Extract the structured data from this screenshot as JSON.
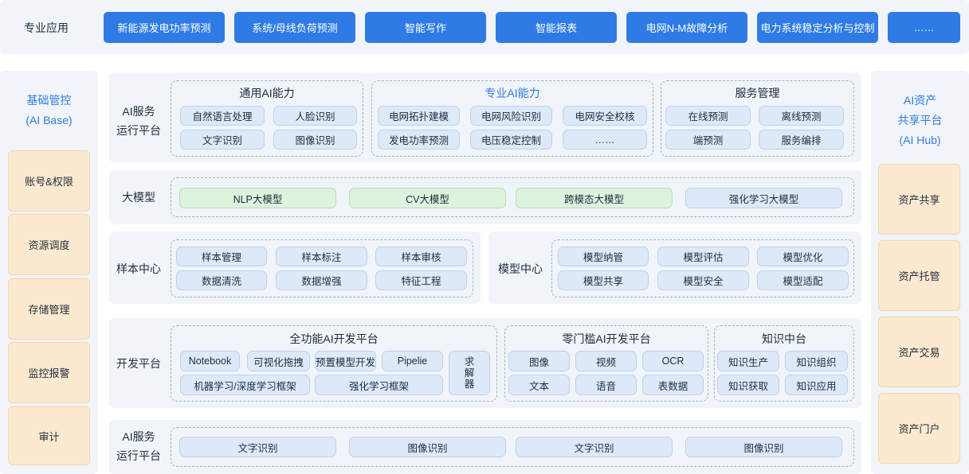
{
  "top_bar": {
    "label": "专业应用",
    "buttons": [
      "新能源发电功率预测",
      "系统/母线负荷预测",
      "智能写作",
      "智能报表",
      "电网N-M故障分析",
      "电力系统稳定分析与控制",
      "……"
    ]
  },
  "left_sidebar": {
    "title_line1": "基础管控",
    "title_line2": "(AI Base)",
    "items": [
      "账号&权限",
      "资源调度",
      "存储管理",
      "监控报警",
      "审计"
    ]
  },
  "right_sidebar": {
    "title_line1": "AI资产",
    "title_line2": "共享平台",
    "title_line3": "(AI Hub)",
    "items": [
      "资产共享",
      "资产托管",
      "资产交易",
      "资产门户"
    ]
  },
  "ai_service_platform": {
    "label_line1": "AI服务",
    "label_line2": "运行平台",
    "groups": [
      {
        "title": "通用AI能力",
        "items": [
          "自然语言处理",
          "人脸识别",
          "文字识别",
          "图像识别"
        ]
      },
      {
        "title": "专业AI能力",
        "items": [
          "电网拓扑建模",
          "电网风险识别",
          "电网安全校核",
          "发电功率预测",
          "电压稳定控制",
          "……"
        ]
      },
      {
        "title": "服务管理",
        "items": [
          "在线预测",
          "离线预测",
          "端预测",
          "服务编排"
        ]
      }
    ]
  },
  "large_model": {
    "label": "大模型",
    "items": [
      "NLP大模型",
      "CV大模型",
      "跨模态大模型",
      "强化学习大模型"
    ]
  },
  "sample_center": {
    "label": "样本中心",
    "items": [
      "样本管理",
      "样本标注",
      "样本审核",
      "数据清洗",
      "数据增强",
      "特征工程"
    ]
  },
  "model_center": {
    "label": "模型中心",
    "items": [
      "模型纳管",
      "模型评估",
      "模型优化",
      "模型共享",
      "模型安全",
      "模型适配"
    ]
  },
  "dev_platform": {
    "label": "开发平台",
    "full_function": {
      "title": "全功能AI开发平台",
      "row1": [
        "Notebook",
        "可视化拖拽",
        "预置模型开发",
        "Pipelie"
      ],
      "row2": [
        "机器学习/深度学习框架",
        "强化学习框架"
      ],
      "solver": "求解器"
    },
    "zero_threshold": {
      "title": "零门槛AI开发平台",
      "items": [
        "图像",
        "视频",
        "OCR",
        "文本",
        "语音",
        "表数据"
      ]
    },
    "knowledge": {
      "title": "知识中台",
      "items": [
        "知识生产",
        "知识组织",
        "知识获取",
        "知识应用"
      ]
    }
  },
  "ai_service_platform_bottom": {
    "label_line1": "AI服务",
    "label_line2": "运行平台",
    "items": [
      "文字识别",
      "图像识别",
      "文字识别",
      "图像识别"
    ]
  },
  "colors": {
    "accent_blue": "#2f7be6",
    "pill_blue": "#dde9f8",
    "pill_green": "#ddf3de",
    "side_orange": "#fde9cf",
    "panel_bg": "#f1f4f8"
  }
}
